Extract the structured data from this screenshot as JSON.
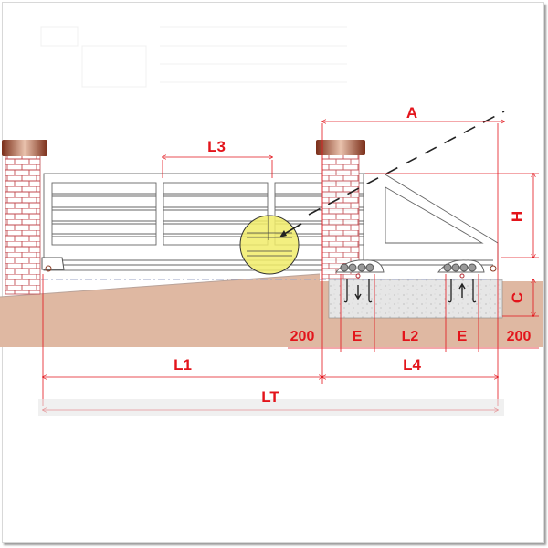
{
  "diagram": {
    "type": "sliding-cantilever-gate-installation-drawing",
    "colors": {
      "dimension": "#e3141b",
      "ground": "#dfb8a2",
      "brick_line": "#b5313a",
      "cap": "#8a3b24",
      "concrete": "#e8e8e8",
      "highlight": "#f1ec6a",
      "outline": "#555555"
    },
    "labels": {
      "A": "A",
      "H": "H",
      "C": "C",
      "L1": "L1",
      "L2": "L2",
      "L3": "L3",
      "L4": "L4",
      "LT": "LT",
      "E_left": "E",
      "E_right": "E",
      "offset_left": "200",
      "offset_right": "200"
    }
  }
}
